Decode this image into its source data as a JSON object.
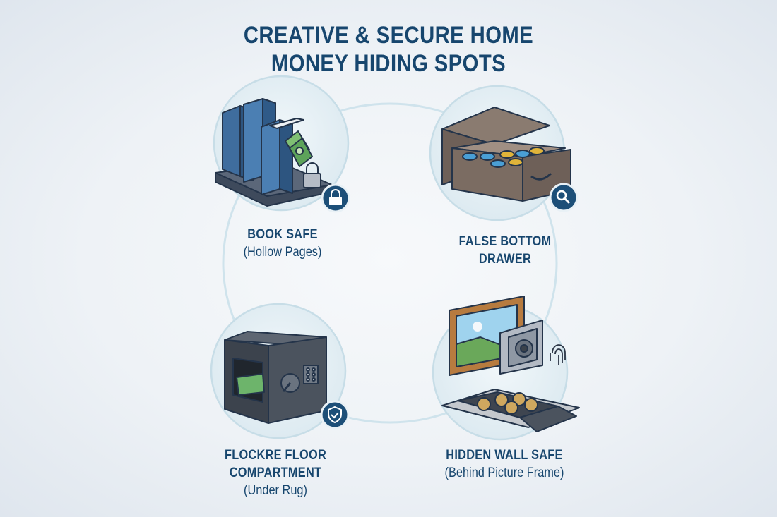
{
  "header": {
    "title_line1": "CREATIVE & SECURE HOME",
    "title_line2": "MONEY HIDING SPOTS"
  },
  "spots": [
    {
      "name": "BOOK SAFE",
      "detail": "(Hollow Pages)",
      "badge_icon": "padlock-icon"
    },
    {
      "name_line1": "FALSE BOTTOM",
      "name_line2": "DRAWER",
      "badge_icon": "magnifier-icon"
    },
    {
      "name": "FLOCKRE FLOOR COMPARTMENT",
      "detail": "(Under Rug)",
      "badge_icon": "shield-check-icon"
    },
    {
      "name": "HIDDEN WALL SAFE",
      "detail": "(Behind Picture Frame)",
      "badge_icon": "fingerprint-icon"
    }
  ],
  "colors": {
    "title": "#17466e",
    "badge": "#1d4f78",
    "circle_fill": "#e2eef4",
    "circle_stroke": "#c7dde7"
  }
}
